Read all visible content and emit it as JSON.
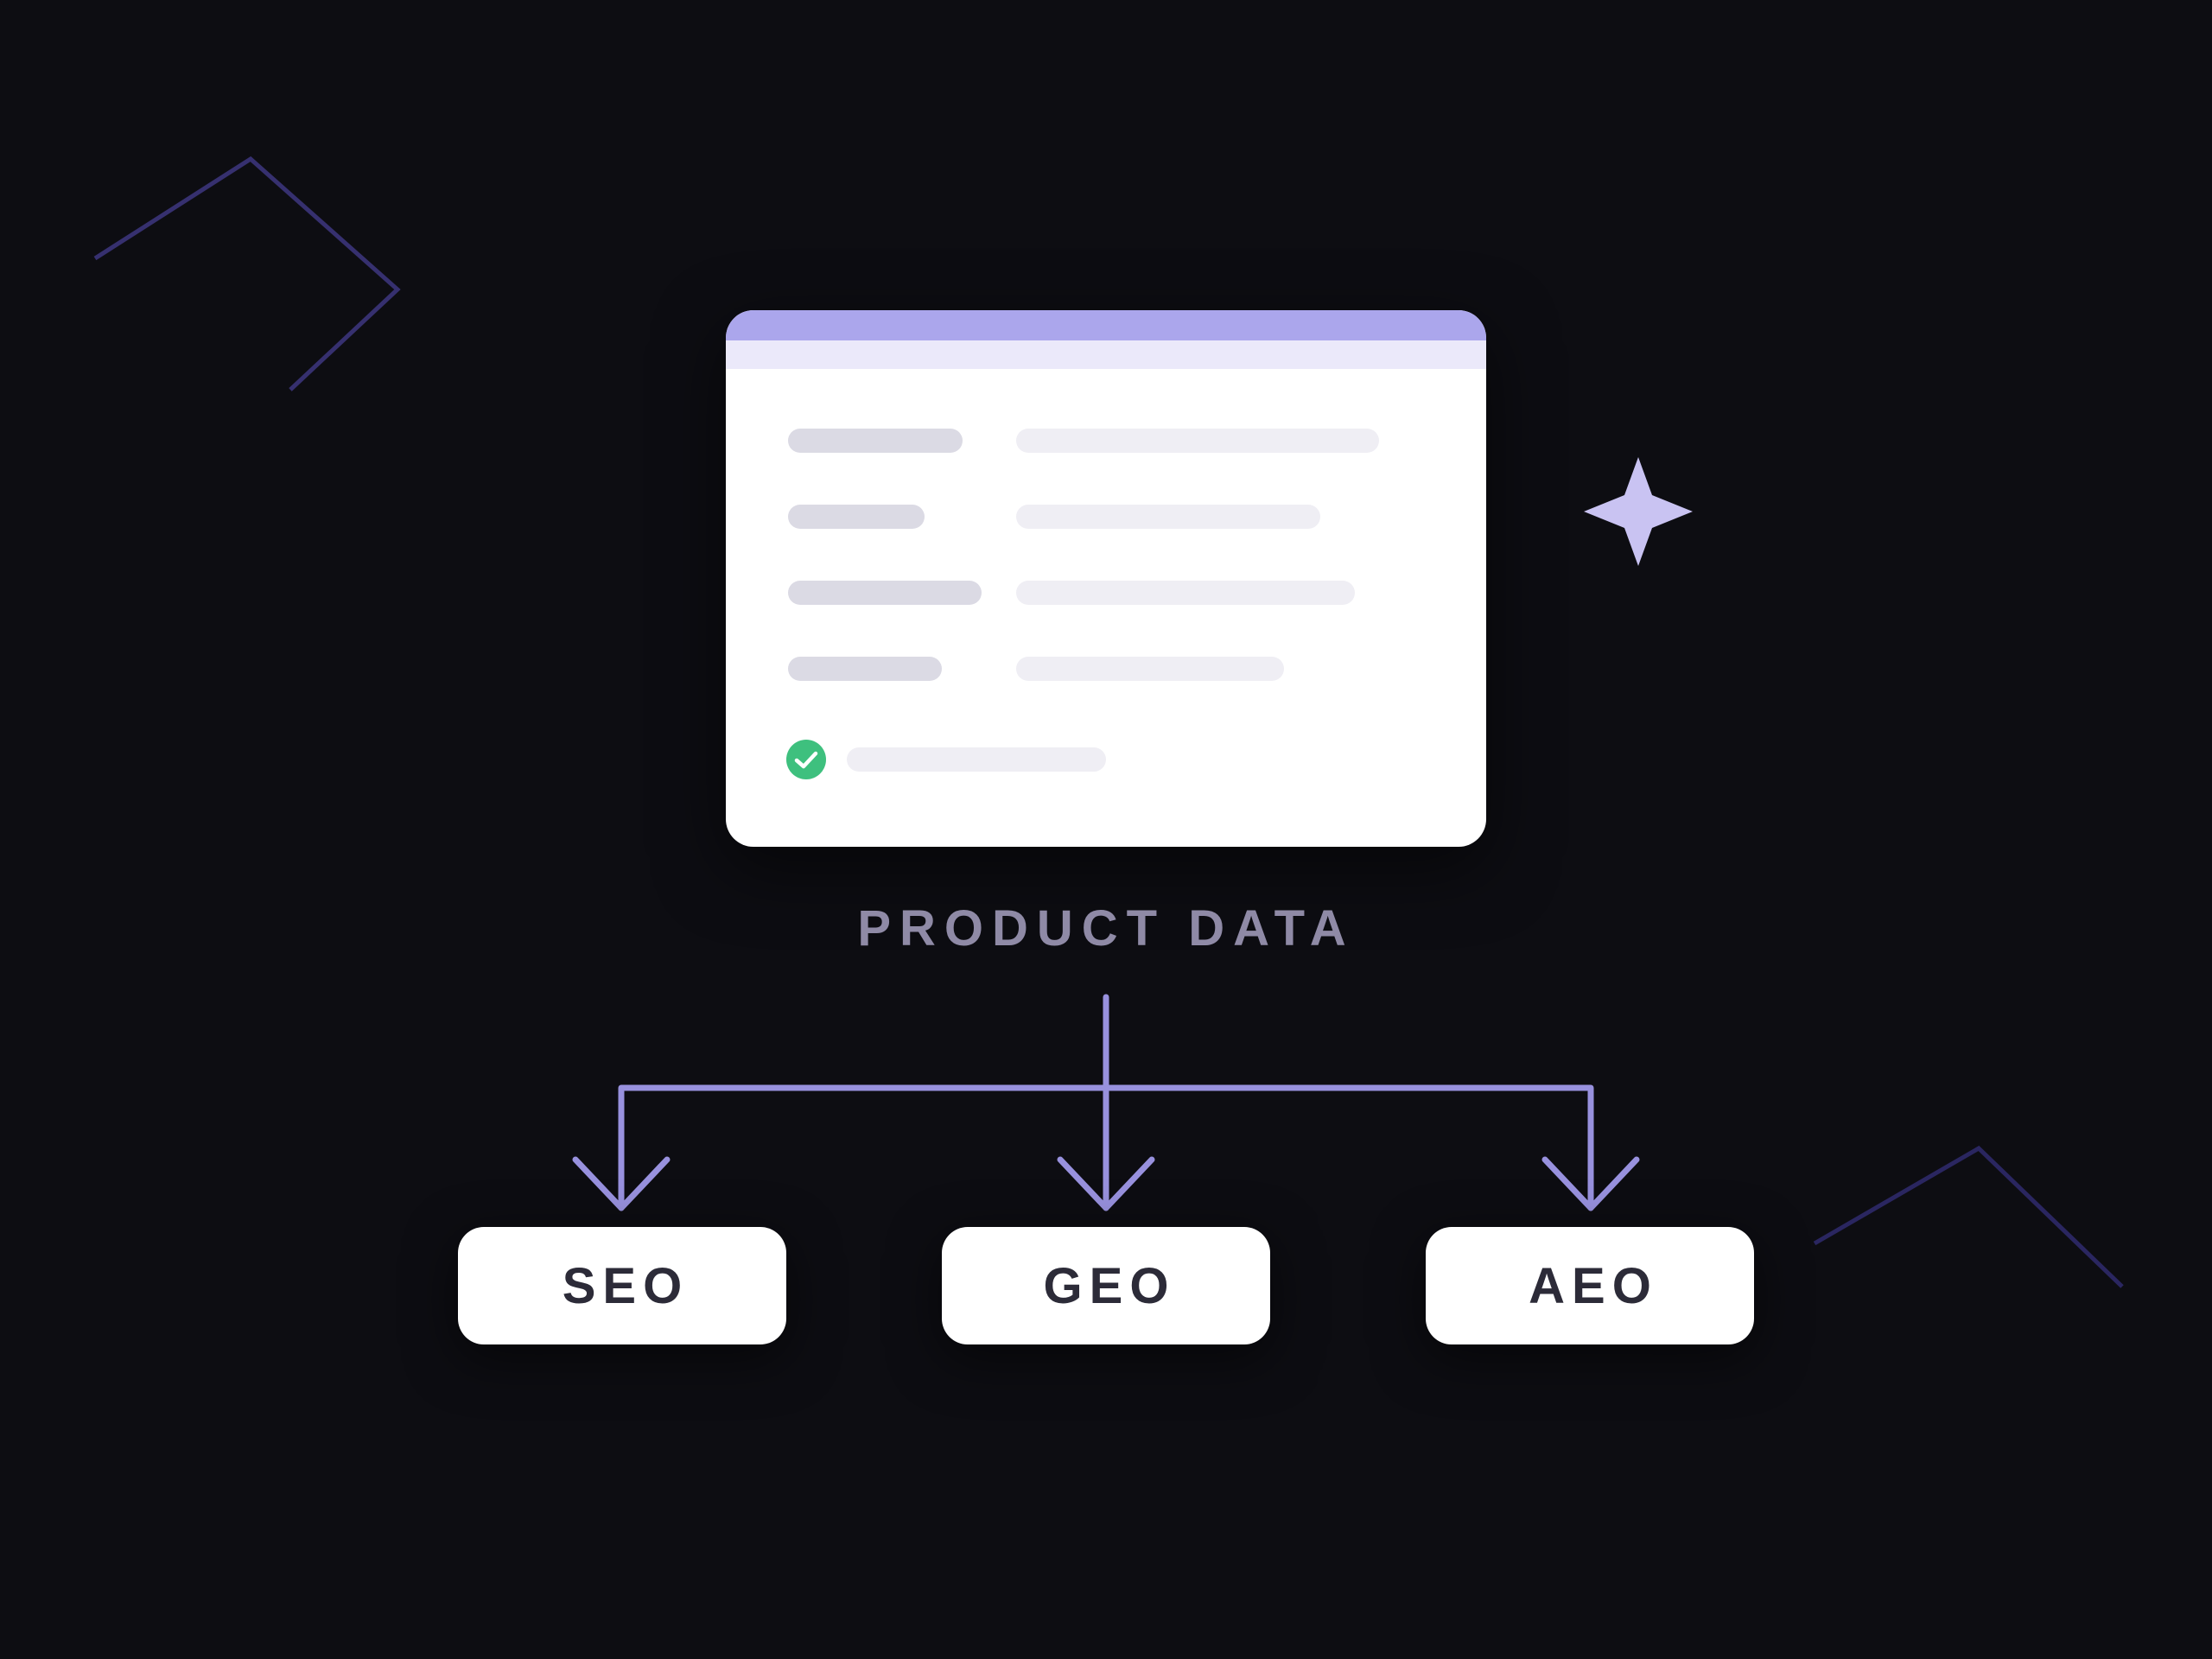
{
  "diagram": {
    "source": {
      "label": "PRODUCT DATA",
      "status_icon": "check-circle-icon"
    },
    "targets": [
      {
        "label": "SEO"
      },
      {
        "label": "GEO"
      },
      {
        "label": "AEO"
      }
    ]
  },
  "colors": {
    "background": "#0d0d12",
    "accent": "#aba6ec",
    "arrow": "#9891de",
    "check": "#3ec07e",
    "label": "#8f8aa6",
    "box_text": "#2c2b38"
  }
}
